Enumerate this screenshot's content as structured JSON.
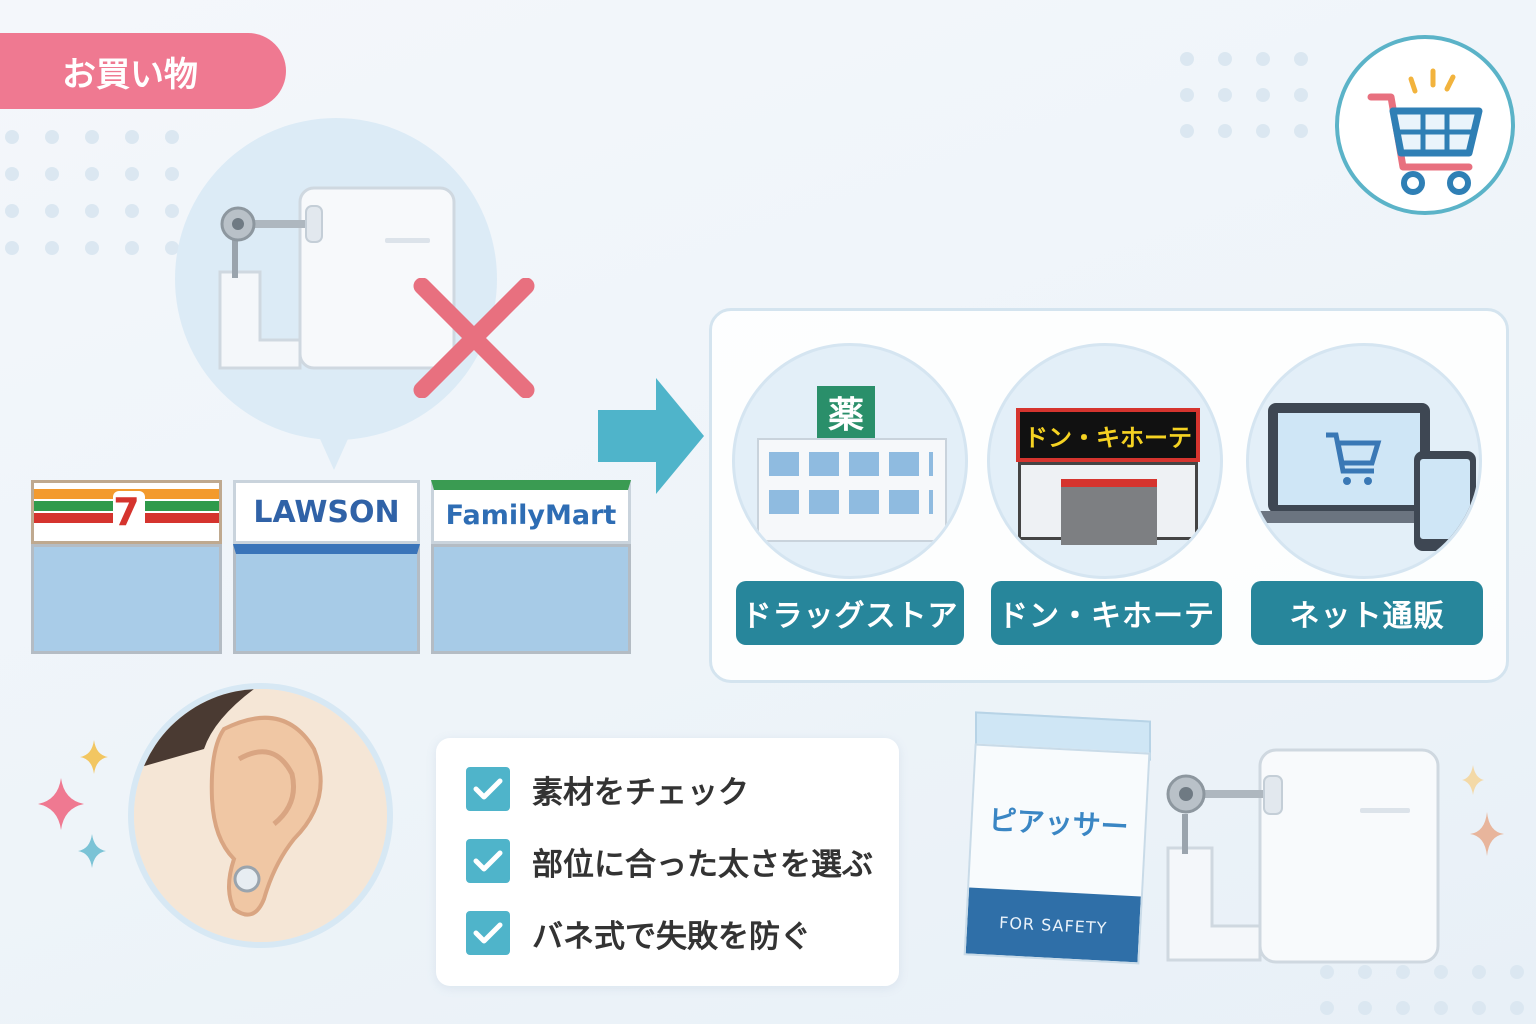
{
  "header": {
    "tag_label": "お買い物"
  },
  "convenience_stores": [
    {
      "name": "7-Eleven",
      "sign_text": "7"
    },
    {
      "name": "Lawson",
      "sign_text": "LAWSON"
    },
    {
      "name": "FamilyMart",
      "sign_text": "FamilyMart"
    }
  ],
  "shops": [
    {
      "label": "ドラッグストア",
      "icon_char": "薬"
    },
    {
      "label": "ドン・キホーテ",
      "sign_text": "ドン・キホーテ"
    },
    {
      "label": "ネット通販"
    }
  ],
  "checklist": [
    {
      "text": "素材をチェック"
    },
    {
      "text": "部位に合った太さを選ぶ"
    },
    {
      "text": "バネ式で失敗を防ぐ"
    }
  ],
  "product": {
    "box_title": "ピアッサー",
    "box_subtitle": "FOR SAFETY"
  },
  "colors": {
    "accent_pink": "#ef7991",
    "teal": "#27869b",
    "check_blue": "#4fb4ca",
    "cross_red": "#e8707f"
  }
}
